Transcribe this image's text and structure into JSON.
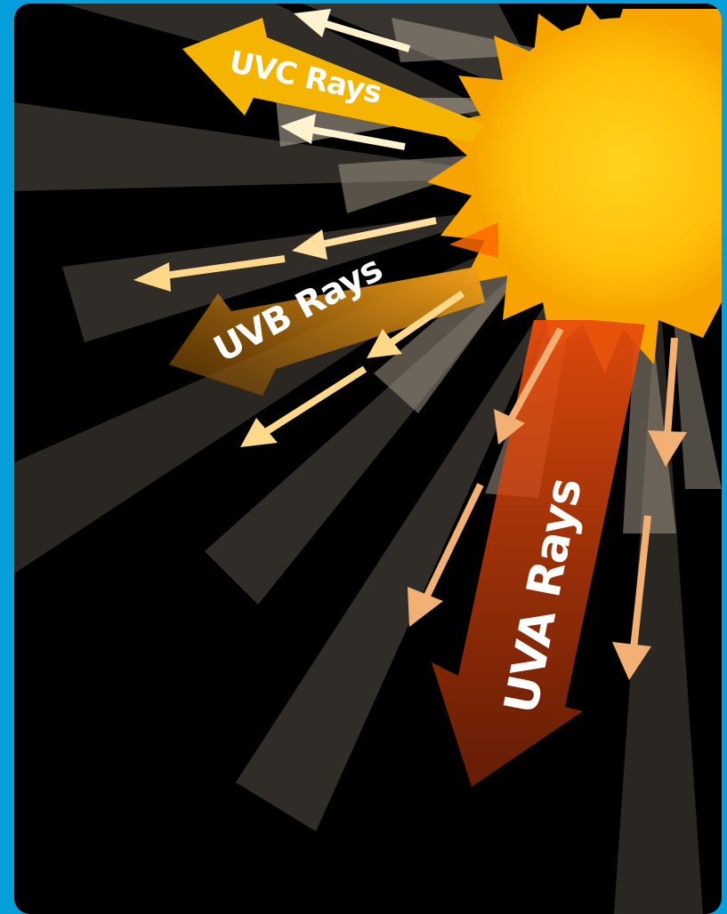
{
  "labels": {
    "uvc": "UVC Rays",
    "uvb": "UVB Rays",
    "uva": "UVA Rays"
  },
  "colors": {
    "border": "#069fdc",
    "background": "#000000",
    "sun": "#ffb300",
    "uvc_arrow": "#f5b400",
    "uvb_arrow": "#c97a10",
    "uva_arrow": "#c8390a",
    "small_arrow": "#ffd88a",
    "ray_gray": "#8a8175"
  }
}
